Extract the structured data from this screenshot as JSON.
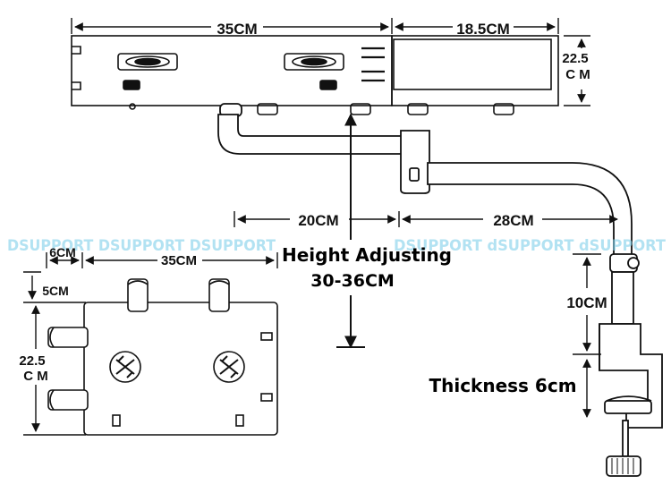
{
  "colors": {
    "ink": "#111111",
    "watermark": "#7fd0ea",
    "paper": "#ffffff"
  },
  "labels": {
    "top_width_main": "35CM",
    "top_width_side": "18.5CM",
    "top_depth_line1": "22.5",
    "top_depth_line2": "C M",
    "arm_inner": "20CM",
    "arm_outer": "28CM",
    "height_title": "Height Adjusting",
    "height_range": "30-36CM",
    "pole_height": "10CM",
    "thickness": "Thickness 6cm",
    "plan_offset": "6CM",
    "plan_width": "35CM",
    "plan_top_gap": "5CM",
    "plan_depth_line1": "22.5",
    "plan_depth_line2": "C M"
  },
  "watermark": {
    "left": "DSUPPORT  DSUPPORT  DSUPPORT",
    "right": "DSUPPORT dSUPPORT dSUPPORT"
  }
}
